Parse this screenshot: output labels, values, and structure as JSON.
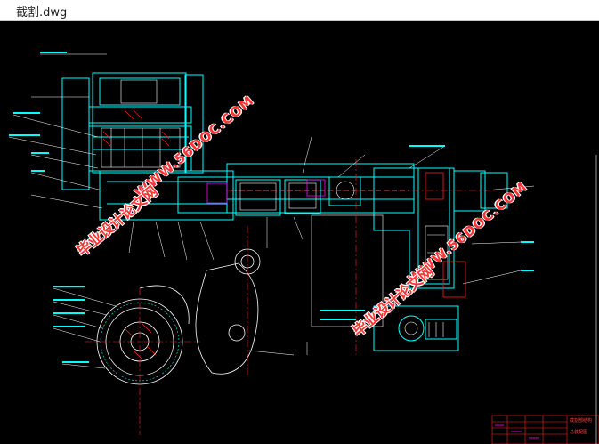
{
  "window": {
    "title": "截割.dwg"
  },
  "watermarks": {
    "url_text": "WWW.56DOC.COM",
    "cn_text": "毕业设计论文网"
  },
  "title_block": {
    "label_top": "截割部结构",
    "label_bottom": "总装配图"
  },
  "colors": {
    "background": "#000000",
    "line_cyan": "#00ffff",
    "line_white": "#ffffff",
    "line_red": "#ff2020",
    "line_magenta": "#ff00ff",
    "line_yellow": "#ffff00",
    "watermark": "#ff3333"
  }
}
